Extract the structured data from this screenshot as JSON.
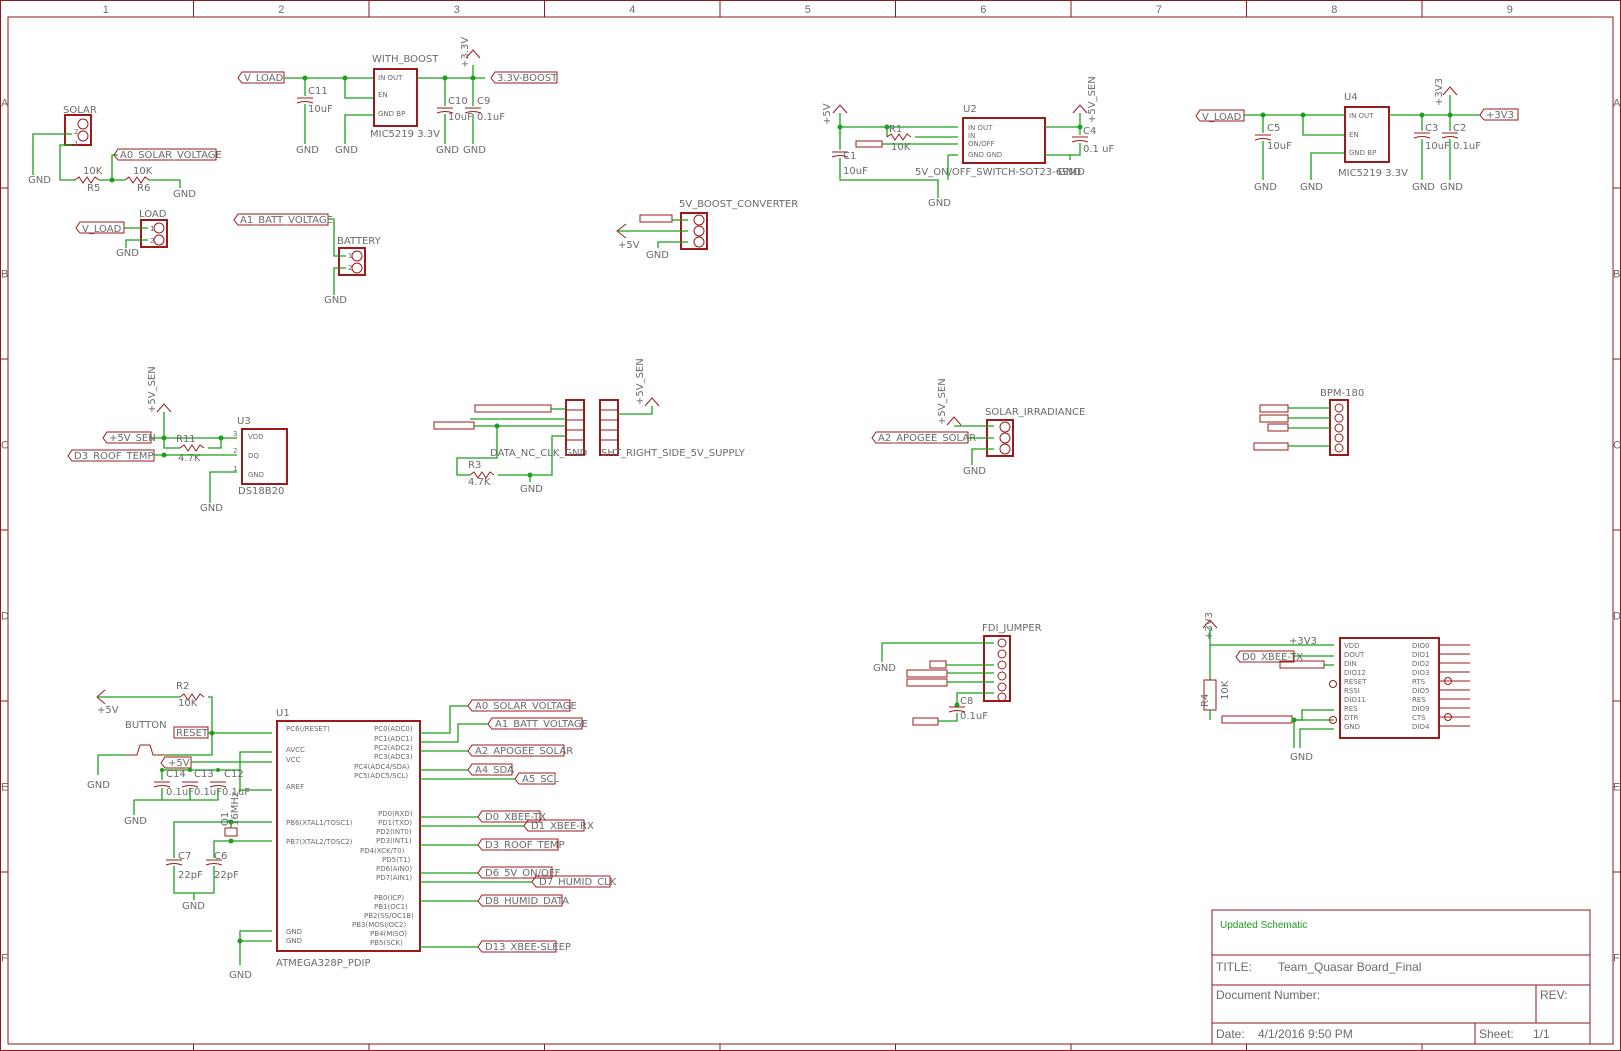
{
  "frame": {
    "columns": [
      "1",
      "2",
      "3",
      "4",
      "5",
      "6",
      "7",
      "8",
      "9"
    ],
    "rows": [
      "A",
      "B",
      "C",
      "D",
      "E",
      "F"
    ]
  },
  "components": {
    "solar": "SOLAR",
    "load": "LOAD",
    "battery": "BATTERY",
    "with_boost": "WITH_BOOST",
    "mic5219_a": "MIC5219 3.3V",
    "u2": "U2",
    "u2_part": "5V_ON/OFF_SWITCH-SOT23-6SMD",
    "u4": "U4",
    "mic5219_b": "MIC5219 3.3V",
    "boost_conv": "5V_BOOST_CONVERTER",
    "u3": "U3",
    "ds18b20": "DS18B20",
    "data_nc": "DATA_NC_CLK_GND",
    "sht": "SHT_RIGHT_SIDE_5V_SUPPLY",
    "solar_irr": "SOLAR_IRRADIANCE",
    "bpm": "BPM-180",
    "fdi": "FDI_JUMPER",
    "u1": "U1",
    "atmega": "ATMEGA328P_PDIP",
    "button": "BUTTON",
    "r2": "R2",
    "r2v": "10K",
    "reset": "RESET"
  },
  "passives": {
    "c11": "C11",
    "c11v": "10uF",
    "c10": "C10",
    "c10v": "10uF",
    "c9": "C9",
    "c9v": "0.1uF",
    "r5": "R5",
    "r5v": "10K",
    "r6": "R6",
    "r6v": "10K",
    "r1": "R1",
    "r1v": "10K",
    "c1": "C1",
    "c1v": "10uF",
    "c4": "C4",
    "c4v": "0.1 uF",
    "c5": "C5",
    "c5v": "10uF",
    "c3": "C3",
    "c3v": "10uF",
    "c2": "C2",
    "c2v": "0.1uF",
    "r11": "R11",
    "r11v": "4.7K",
    "r3": "R3",
    "r3v": "4.7K",
    "c8": "C8",
    "c8v": "0.1uF",
    "c14": "C14",
    "c14v": "0.1uF",
    "c13": "C13",
    "c13v": "0.1uF",
    "c12": "C12",
    "c12v": "0.1uF",
    "c7": "C7",
    "c7v": "22pF",
    "c6": "C6",
    "c6v": "22pF",
    "q1": "Q1",
    "q1v": "16MHz",
    "r4": "R4",
    "r4v": "10K"
  },
  "nets": {
    "gnd": "GND",
    "v_load": "V_LOAD",
    "p33v": "+3.3V",
    "boost33": "3.3V-BOOST",
    "a0": "A0_SOLAR_VOLTAGE",
    "a1": "A1_BATT_VOLTAGE",
    "a2": "A2_APOGEE_SOLAR",
    "a4": "A4_SDA",
    "a5": "A5_SCL",
    "d0": "D0_XBEE-TX",
    "d1": "D1_XBEE-RX",
    "d3": "D3_ROOF_TEMP",
    "d6": "D6_5V_ON/OFF",
    "d7": "D7_HUMID_CLK",
    "d8": "D8_HUMID_DATA",
    "d13": "D13_XBEE-SLEEP",
    "p5v": "+5V",
    "p5v_sen": "+5V_SEN",
    "p3v3": "+3V3"
  },
  "title_block": {
    "note": "Updated Schematic",
    "title_label": "TITLE:",
    "title": "Team_Quasar Board_Final",
    "doc_label": "Document Number:",
    "rev_label": "REV:",
    "date_label": "Date:",
    "date": "4/1/2016 9:50 PM",
    "sheet_label": "Sheet:",
    "sheet": "1/1"
  }
}
